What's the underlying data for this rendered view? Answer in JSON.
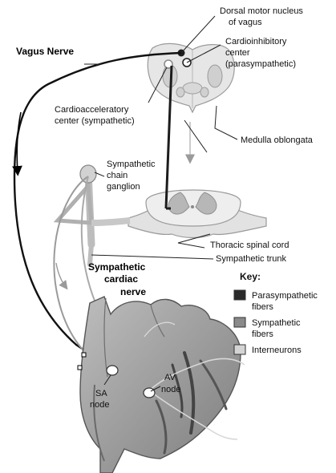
{
  "labels": {
    "dorsal_motor_1": "Dorsal motor nucleus",
    "dorsal_motor_2": "of vagus",
    "vagus_nerve": "Vagus Nerve",
    "cardioinhibitory_1": "Cardioinhibitory",
    "cardioinhibitory_2": "center",
    "cardioinhibitory_3": "(parasympathetic)",
    "cardioaccel_1": "Cardioacceleratory",
    "cardioaccel_2": "center (sympathetic)",
    "medulla": "Medulla oblongata",
    "chain_ganglion_1": "Sympathetic",
    "chain_ganglion_2": "chain",
    "chain_ganglion_3": "ganglion",
    "thoracic": "Thoracic spinal cord",
    "symp_trunk": "Sympathetic trunk",
    "cardiac_nerve_1": "Sympathetic",
    "cardiac_nerve_2": "cardiac",
    "cardiac_nerve_3": "nerve",
    "sa_node_1": "SA",
    "sa_node_2": "node",
    "av_node_1": "AV",
    "av_node_2": "node"
  },
  "key": {
    "title": "Key:",
    "items": [
      {
        "label_lines": [
          "Parasympathetic",
          "fibers"
        ],
        "color": "#2a2a2a"
      },
      {
        "label_lines": [
          "Sympathetic",
          "fibers"
        ],
        "color": "#8a8a8a"
      },
      {
        "label_lines": [
          "Interneurons"
        ],
        "color": "#d4d4d4"
      }
    ]
  },
  "colors": {
    "parasympathetic": "#2a2a2a",
    "sympathetic": "#8a8a8a",
    "interneuron": "#d4d4d4",
    "tissue": "#e2e2e2",
    "heart": "#9c9c9c"
  }
}
